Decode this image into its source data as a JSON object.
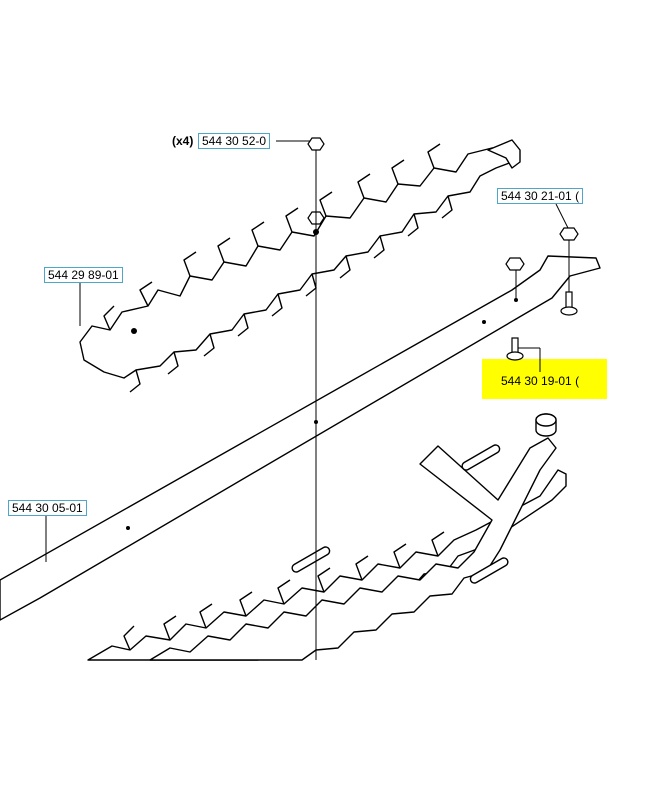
{
  "diagram": {
    "callouts": [
      {
        "id": "nut-x4",
        "qty": "(x4)",
        "part": "544 30 52-0"
      },
      {
        "id": "screw-top",
        "part": "544 30 21-01 ("
      },
      {
        "id": "blade-upper",
        "part": "544 29 89-01"
      },
      {
        "id": "bolt-highlight",
        "part": "544 30 19-01 ("
      },
      {
        "id": "guide-bar",
        "part": "544 30 05-01"
      }
    ],
    "colors": {
      "line": "#000000",
      "callout_border": "#4ea7c9",
      "highlight": "#ffff00",
      "background": "#ffffff"
    }
  }
}
